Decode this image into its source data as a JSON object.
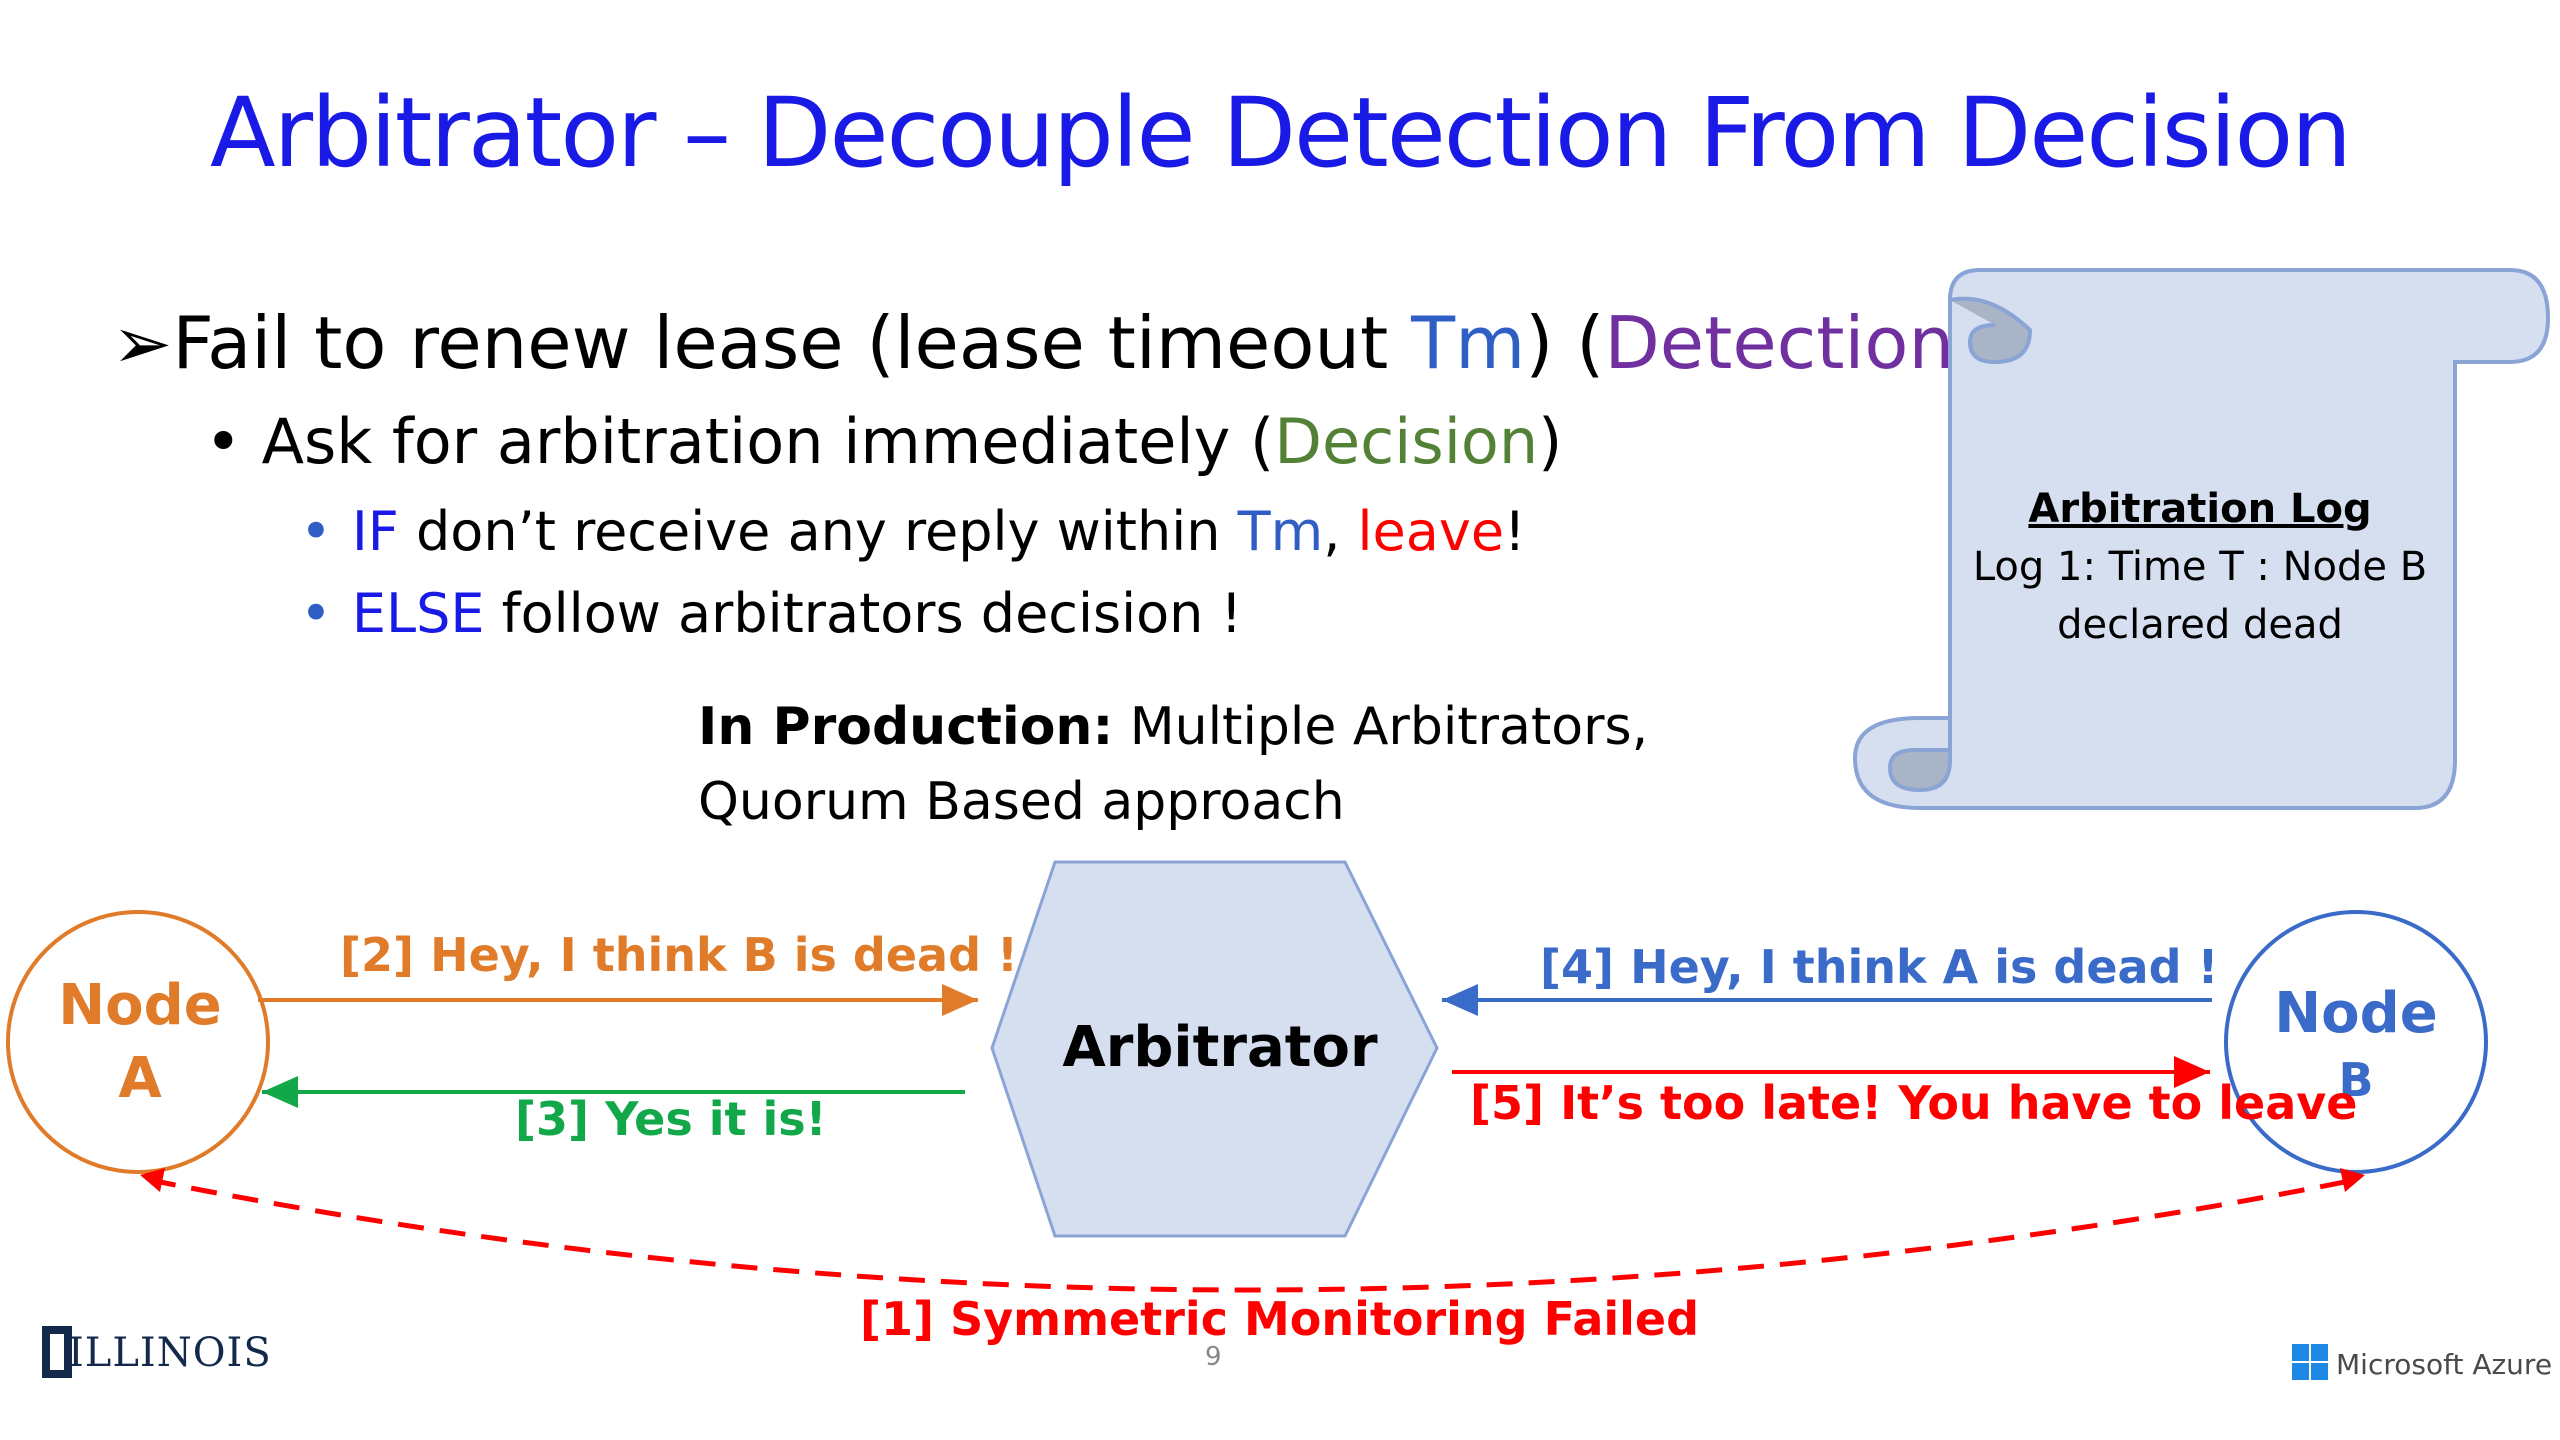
{
  "title": "Arbitrator – Decouple Detection From Decision",
  "bullets": {
    "l1": {
      "arrow": "➢",
      "pre": "Fail to renew lease (lease timeout ",
      "tm": "Tm",
      "mid": ") (",
      "detection": "Detection",
      "post": ")"
    },
    "l2": {
      "dot": "•",
      "pre": "Ask for arbitration immediately (",
      "decision": "Decision",
      "post": ")"
    },
    "l3a": {
      "dot": "•",
      "if": "IF",
      "pre": " don’t receive any reply within ",
      "tm": "Tm",
      "comma": ", ",
      "leave": "leave",
      "post": "!"
    },
    "l3b": {
      "dot": "•",
      "else": "ELSE",
      "post": " follow arbitrators decision !"
    }
  },
  "production": {
    "bold": "In Production:",
    "line1": " Multiple Arbitrators,",
    "line2": "Quorum Based approach"
  },
  "log": {
    "title": "Arbitration Log",
    "line1": "Log 1: Time T : Node B",
    "line2": "declared dead"
  },
  "nodes": {
    "a_line1": "Node",
    "a_line2": "A",
    "b_line1": "Node",
    "b_line2": "B",
    "arbitrator": "Arbitrator"
  },
  "messages": {
    "m1": "[1] Symmetric Monitoring Failed",
    "m2": "[2] Hey, I think B is dead  !",
    "m3": "[3] Yes it is!",
    "m4": "[4] Hey, I think A is dead !",
    "m5": "[5] It’s too late! You have to leave"
  },
  "footer": {
    "page": "9",
    "illinois": "ILLINOIS",
    "azure": "Microsoft Azure"
  },
  "colors": {
    "title": "#1a1ae6",
    "node_a": "#e07b2a",
    "node_b": "#3a6bc9",
    "green": "#12a84a",
    "red": "#ff0000",
    "scroll_fill": "#d6dff0",
    "hexagon_fill": "#d6dff0"
  }
}
